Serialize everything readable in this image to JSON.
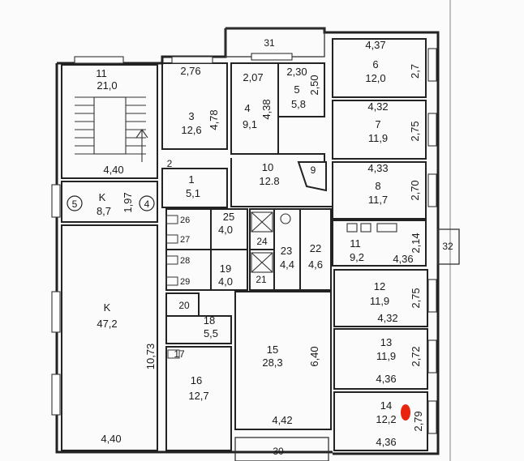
{
  "rooms": [
    {
      "id": "r11",
      "num": "11",
      "area": "21,0",
      "top": "",
      "dims": []
    },
    {
      "id": "r3",
      "num": "3",
      "area": "12,6",
      "top": "2,76",
      "dims": [
        "4,78"
      ]
    },
    {
      "id": "r4",
      "num": "4",
      "area": "9,1",
      "top": "2,07",
      "dims": [
        "4,38"
      ]
    },
    {
      "id": "r5",
      "num": "5",
      "area": "5,8",
      "top": "2,30",
      "dims": [
        "2,50"
      ]
    },
    {
      "id": "r6",
      "num": "6",
      "area": "12,0",
      "top": "4,37",
      "dims": [
        "2,7"
      ]
    },
    {
      "id": "r7",
      "num": "7",
      "area": "11,9",
      "top": "4,32",
      "dims": [
        "2,75"
      ]
    },
    {
      "id": "r8",
      "num": "8",
      "area": "11,7",
      "top": "4,33",
      "dims": [
        "2,70"
      ]
    },
    {
      "id": "r1",
      "num": "1",
      "area": "5,1",
      "top": "",
      "dims": []
    },
    {
      "id": "r10",
      "num": "10",
      "area": "12.8",
      "top": "",
      "dims": []
    },
    {
      "id": "rk1",
      "num": "K",
      "area": "8,7",
      "top": "4,40",
      "dims": [
        "1,97"
      ]
    },
    {
      "id": "r25",
      "num": "25",
      "area": "4,0",
      "top": "",
      "dims": []
    },
    {
      "id": "r19",
      "num": "19",
      "area": "4,0",
      "top": "",
      "dims": []
    },
    {
      "id": "r23",
      "num": "23",
      "area": "4,4",
      "top": "",
      "dims": []
    },
    {
      "id": "r22",
      "num": "22",
      "area": "4,6",
      "top": "",
      "dims": []
    },
    {
      "id": "r11b",
      "num": "11",
      "area": "9,2",
      "top": "",
      "dims": [
        "2,14",
        "4,36"
      ]
    },
    {
      "id": "rk2",
      "num": "K",
      "area": "47,2",
      "top": "",
      "dims": [
        "10,73",
        "4,40"
      ]
    },
    {
      "id": "r18",
      "num": "18",
      "area": "5,5",
      "top": "",
      "dims": []
    },
    {
      "id": "r15",
      "num": "15",
      "area": "28,3",
      "top": "",
      "dims": [
        "6,40",
        "4,42"
      ]
    },
    {
      "id": "r16",
      "num": "16",
      "area": "12,7",
      "top": "",
      "dims": []
    },
    {
      "id": "r12",
      "num": "12",
      "area": "11,9",
      "top": "",
      "dims": [
        "2,75",
        "4,32"
      ]
    },
    {
      "id": "r13",
      "num": "13",
      "area": "11,9",
      "top": "",
      "dims": [
        "2,72",
        "4,36"
      ]
    },
    {
      "id": "r14",
      "num": "14",
      "area": "12,2",
      "top": "",
      "dims": [
        "2,79",
        "4,36"
      ]
    }
  ],
  "small_labels": [
    "31",
    "32",
    "30",
    "26",
    "27",
    "28",
    "29",
    "24",
    "20",
    "17",
    "21",
    "9",
    "2",
    "5",
    "4"
  ],
  "marker_color": "#e8230e"
}
